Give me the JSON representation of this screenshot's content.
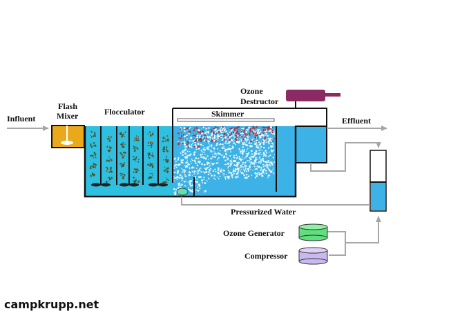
{
  "labels": {
    "influent": "Influent",
    "flash_mixer_line1": "Flash",
    "flash_mixer_line2": "Mixer",
    "flocculator": "Flocculator",
    "ozone_destructor_line1": "Ozone",
    "ozone_destructor_line2": "Destructor",
    "skimmer": "Skimmer",
    "effluent": "Effluent",
    "pressurized_water": "Pressurized Water",
    "ozone_generator": "Ozone Generator",
    "compressor": "Compressor"
  },
  "watermark": "campkrupp.net",
  "colors": {
    "water": "#3db2e6",
    "floc_water": "#2fbfe0",
    "mixer": "#e8a91b",
    "destructor": "#8c2a63",
    "ozone_generator": "#5fe07f",
    "compressor": "#c8b9ee",
    "pipe": "#a6a6a6",
    "tank_wall": "#111111",
    "bubbles": "#e8f6ff",
    "sludge": "#9b3a4d"
  }
}
